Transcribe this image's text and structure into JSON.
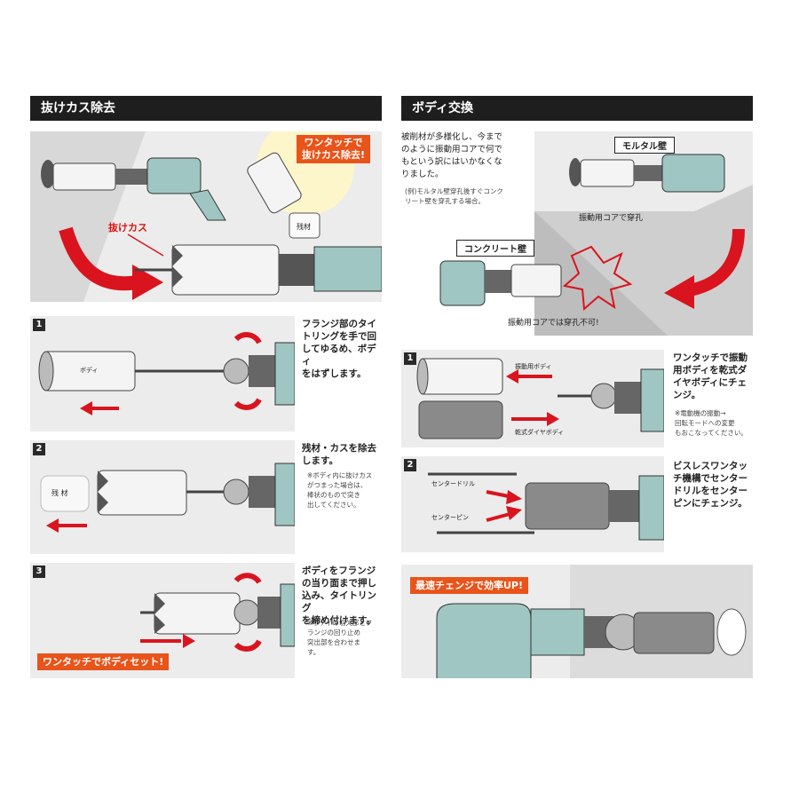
{
  "left": {
    "title": "抜けカス除去",
    "hero": {
      "callout_line1": "ワンタッチで",
      "callout_line2": "抜けカス除去!",
      "waste_label": "抜けカス",
      "slug_label": "残材"
    },
    "steps": [
      {
        "num": "1",
        "text": [
          "フランジ部のタイ",
          "トリングを手で回",
          "してゆるめ、ボディ",
          "をはずします。"
        ],
        "body_label": "ボディ"
      },
      {
        "num": "2",
        "text": [
          "残材・カスを除去",
          "します。"
        ],
        "note": [
          "※ボディ内に抜けカス",
          "がつまった場合は、",
          "棒状のもので突き",
          "出してください。"
        ],
        "slug_label": "残 材"
      },
      {
        "num": "3",
        "text": [
          "ボディをフランジ",
          "の当り面まで押し",
          "込み、タイトリング",
          "を締め付けます。"
        ],
        "note": [
          "※ボディの切欠部とフ",
          "ランジの回り止め",
          "突出部を合わせま",
          "す。"
        ],
        "tag": "ワンタッチでボディセット!"
      }
    ]
  },
  "right": {
    "title": "ボディ交換",
    "intro": [
      "被削材が多様化し、今まで",
      "のように振動用コアで何で",
      "もという訳にはいかなくな",
      "りました。"
    ],
    "intro_note": [
      "(例)モルタル壁穿孔後すぐコンク",
      "リート壁を穿孔する場合。"
    ],
    "mortar_label": "モルタル壁",
    "mortar_caption": "振動用コアで穿孔",
    "concrete_label": "コンクリート壁",
    "concrete_caption": "振動用コアでは穿孔不可!",
    "steps": [
      {
        "num": "1",
        "text": [
          "ワンタッチで振動",
          "用ボディを乾式ダ",
          "イヤボディにチェ",
          "ンジ。"
        ],
        "note": [
          "※電動機の振動→",
          "回転モードへの変更",
          "もおこなってください。"
        ],
        "label_a": "振動用ボディ",
        "label_b": "乾式ダイヤボディ"
      },
      {
        "num": "2",
        "text": [
          "ビスレスワンタッ",
          "チ機構でセンター",
          "ドリルをセンター",
          "ピンにチェンジ。"
        ],
        "label_a": "センタードリル",
        "label_b": "センターピン"
      }
    ],
    "final_tag": "最速チェンジで効率UP!"
  },
  "colors": {
    "accent": "#e8541a",
    "arrow_red": "#d9141e",
    "drill_teal": "#9fc6c2",
    "header_bg": "#1e1e1e",
    "panel_bg": "#ececec"
  }
}
